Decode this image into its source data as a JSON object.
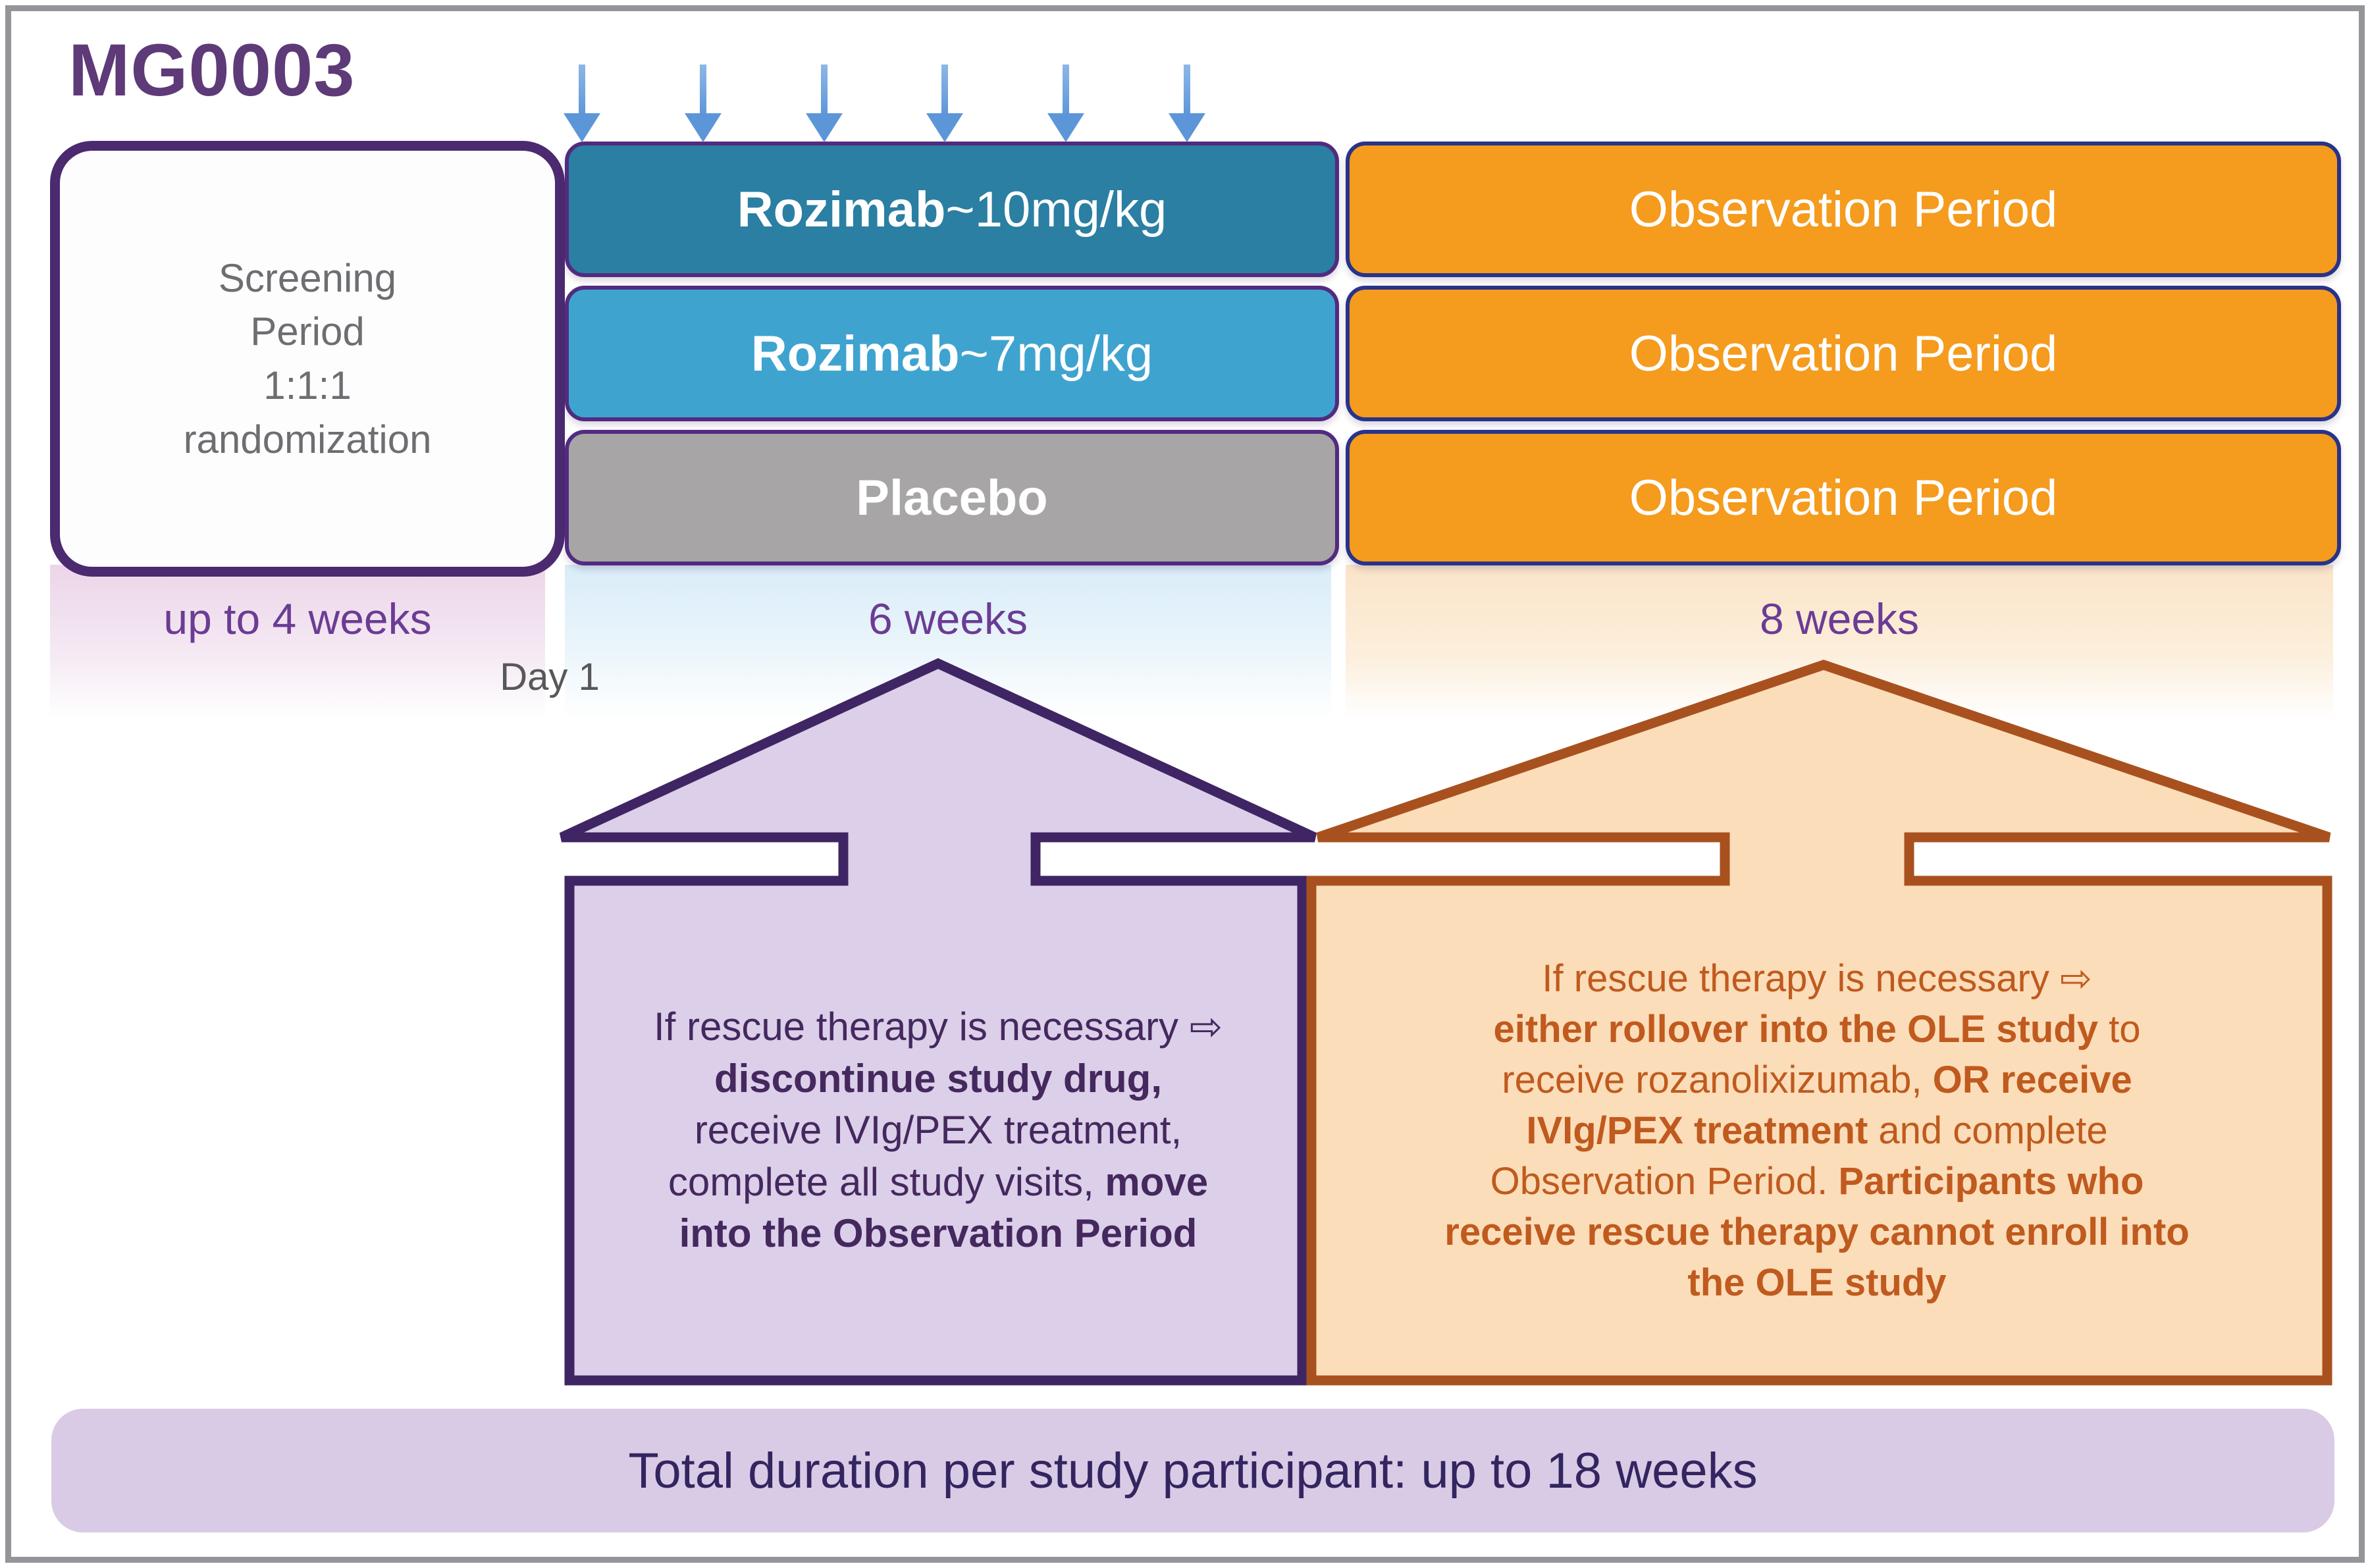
{
  "title": "MG0003",
  "screening": {
    "line1": "Screening",
    "line2": "Period",
    "line3": "1:1:1",
    "line4": "randomization",
    "duration": "up to 4 weeks"
  },
  "timeline": {
    "day1": "Day 1",
    "treatment_duration": "6 weeks",
    "observation_duration": "8 weeks"
  },
  "dose_arrows": {
    "count": 6,
    "meaning": "weekly-dose-arrow"
  },
  "treatment_arms": [
    {
      "name": "Rozimab",
      "dose": " ~10mg/kg"
    },
    {
      "name": "Rozimab",
      "dose": " ~7mg/kg"
    },
    {
      "name": "Placebo",
      "dose": ""
    }
  ],
  "observation": {
    "label": "Observation Period"
  },
  "purple_rescue": {
    "l1": "If rescue therapy is necessary ⇨",
    "l2": "discontinue study drug,",
    "l3": "receive IVIg/PEX treatment,",
    "l4a": "complete all study visits, ",
    "l4b": "move",
    "l5": "into the Observation Period"
  },
  "orange_rescue": {
    "l1": "If rescue therapy is necessary ⇨",
    "l2a": "either rollover into the OLE study",
    "l2b": " to",
    "l3a": "receive rozanolixizumab, ",
    "l3b": "OR receive",
    "l4a": "IVIg/PEX treatment",
    "l4b": " and complete",
    "l5a": "Observation Period. ",
    "l5b": "Participants who",
    "l6": "receive rescue therapy cannot enroll into",
    "l7": "the OLE study"
  },
  "footer": "Total duration per study participant: up to 18 weeks",
  "colors": {
    "title_purple": "#5e3a78",
    "screening_border": "#4b2a70",
    "arm_high_dose": "#2a7fa2",
    "arm_low_dose": "#3fa3d0",
    "arm_placebo": "#a7a5a6",
    "arm_border": "#522b80",
    "observation_fill": "#f59b1d",
    "observation_border": "#283389",
    "dose_arrow_blue": "#5d96d8",
    "week_label_purple": "#6b3c94",
    "day1_gray": "#57585a",
    "purple_arrow_fill": "#dccfe9",
    "purple_arrow_border": "#3f2563",
    "purple_arrow_text": "#44285e",
    "orange_arrow_fill": "#fbddb9",
    "orange_arrow_border": "#a8511f",
    "orange_arrow_text": "#c05a1e",
    "footer_bg": "#d9cbe6",
    "footer_text": "#33255f",
    "frame_border": "#939598"
  }
}
